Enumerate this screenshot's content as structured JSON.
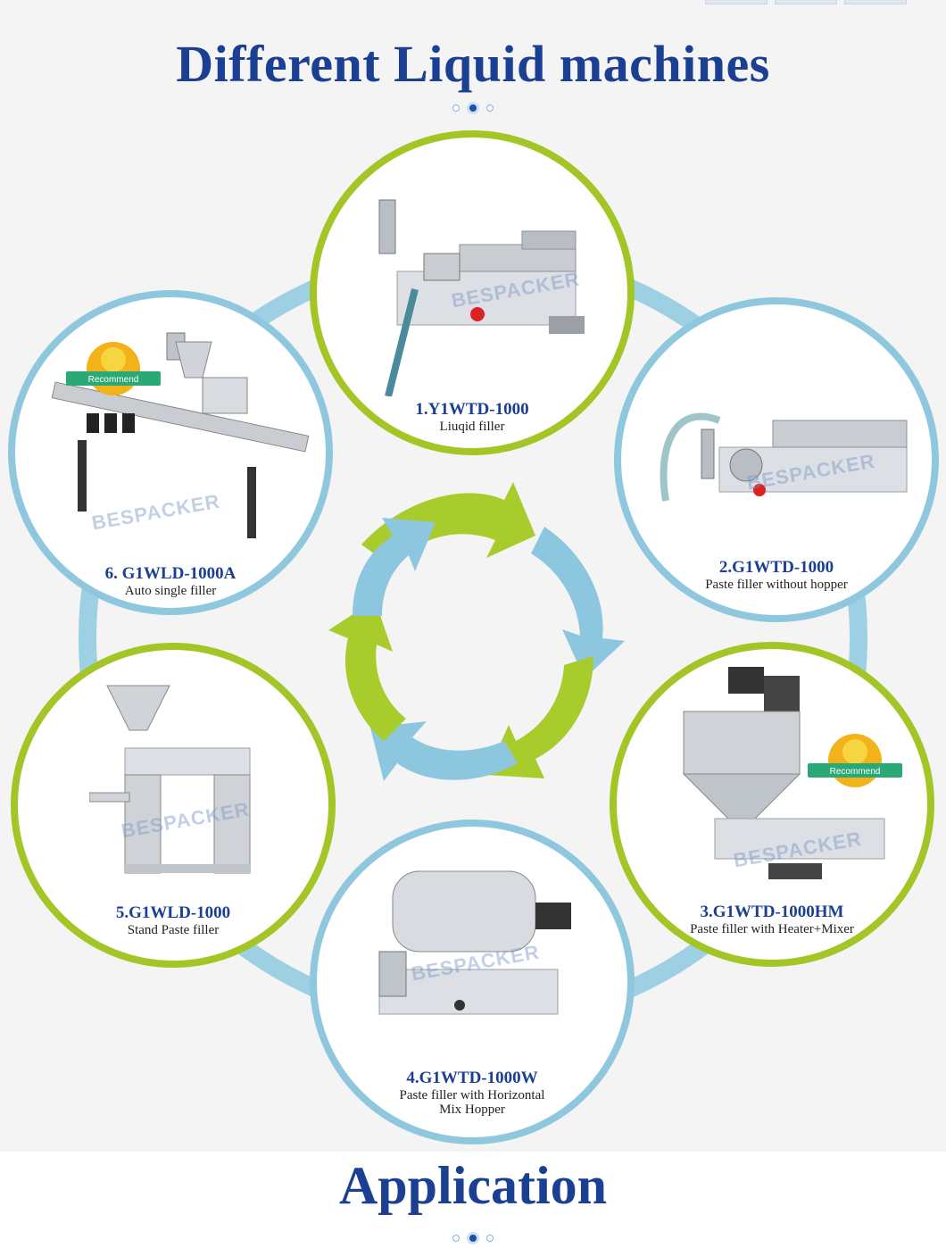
{
  "header": {
    "title": "Different Liquid machines"
  },
  "watermark": "BESPACKER",
  "badge_label": "Recommend",
  "colors": {
    "title_blue": "#1a3f93",
    "ring_green": "#a3c526",
    "ring_blue": "#8fc8de"
  },
  "machines": [
    {
      "title": "1.Y1WTD-1000",
      "subtitle": "Liuqid filler"
    },
    {
      "title": "2.G1WTD-1000",
      "subtitle": "Paste filler without hopper"
    },
    {
      "title": "3.G1WTD-1000HM",
      "subtitle": "Paste filler with Heater+Mixer"
    },
    {
      "title": "4.G1WTD-1000W",
      "subtitle": "Paste filler with Horizontal",
      "subtitle2": "Mix Hopper"
    },
    {
      "title": "5.G1WLD-1000",
      "subtitle": "Stand Paste filler"
    },
    {
      "title": "6. G1WLD-1000A",
      "subtitle": "Auto single filler"
    }
  ],
  "footer": {
    "title": "Application"
  }
}
